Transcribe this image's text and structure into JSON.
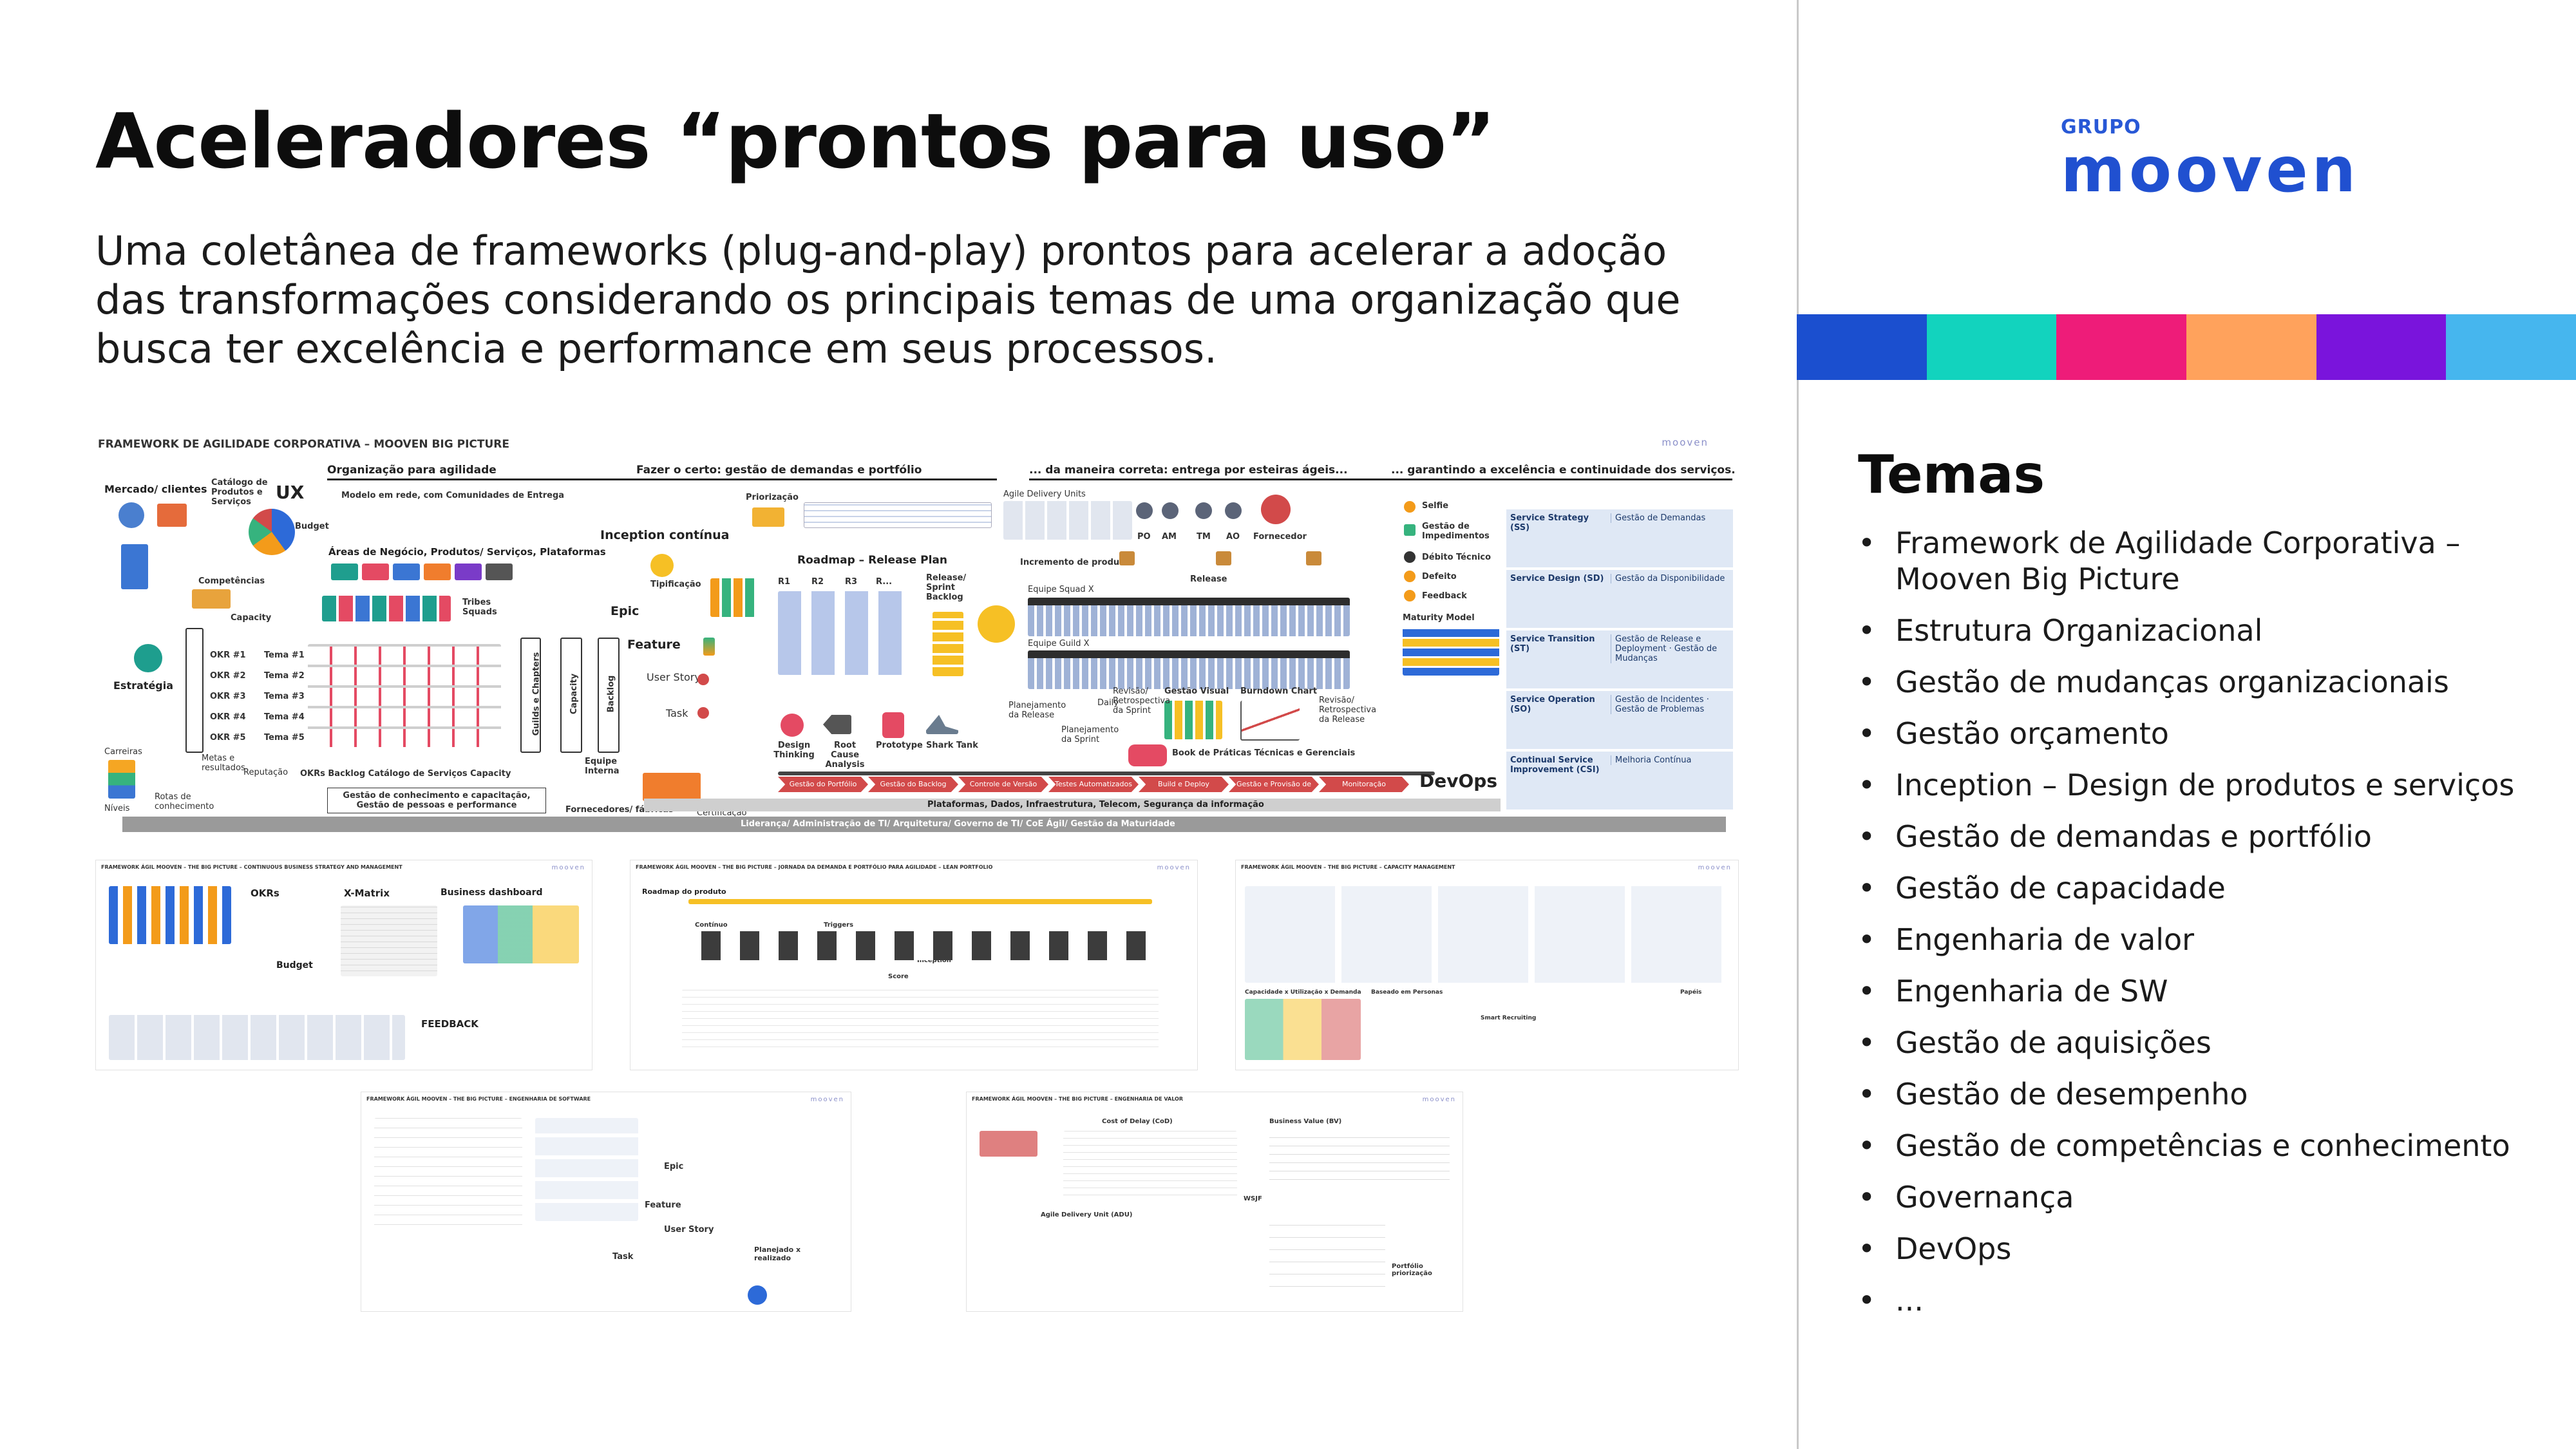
{
  "title": "Aceleradores “prontos para uso”",
  "subtitle": "Uma coletânea de frameworks (plug-and-play) prontos para acelerar a adoção das transformações considerando os principais temas de uma organização que busca ter excelência e performance em seus processos.",
  "logo": {
    "grupo": "GRUPO",
    "name": "mooven"
  },
  "color_band": [
    "#1b4fcf",
    "#12d3be",
    "#ee1c79",
    "#ffa25c",
    "#7a14dc",
    "#46b6ee"
  ],
  "temas": {
    "title": "Temas",
    "items": [
      "Framework de Agilidade Corporativa – Mooven Big Picture",
      "Estrutura Organizacional",
      "Gestão de mudanças organizacionais",
      "Gestão orçamento",
      "Inception – Design de produtos e serviços",
      "Gestão de demandas e portfólio",
      "Gestão de capacidade",
      "Engenharia de valor",
      "Engenharia de SW",
      "Gestão de aquisições",
      "Gestão de desempenho",
      "Gestão de competências e conhecimento",
      "Governança",
      "DevOps",
      "..."
    ]
  },
  "big_picture": {
    "header": "FRAMEWORK DE AGILIDADE CORPORATIVA – MOOVEN BIG PICTURE",
    "brand": "mooven",
    "sections": {
      "org": "Organização para agilidade",
      "demand": "Fazer o certo: gestão de demandas e portfólio",
      "delivery": "... da maneira correta: entrega por esteiras ágeis...",
      "continuity": "... garantindo a excelência e continuidade dos serviços."
    },
    "labels": {
      "mercado": "Mercado/ clientes",
      "catalogo": "Catálogo de Produtos e Serviços",
      "ux": "UX",
      "budget": "Budget",
      "modelo": "Modelo em rede, com Comunidades de Entrega",
      "areas": "Áreas de Negócio, Produtos/ Serviços, Plataformas",
      "competencias": "Competências",
      "capacity": "Capacity",
      "tribes": "Tribes Squads",
      "estrategia": "Estratégia",
      "guilds": "Guilds e Chapters",
      "capacity_v": "Capacity",
      "backlog_v": "Backlog",
      "carreiras": "Carreiras",
      "metas": "Metas e resultados",
      "niveis": "Níveis",
      "rotas": "Rotas de conhecimento",
      "reputacao": "Reputação",
      "okrs_row": "OKRs   Backlog   Catálogo de Serviços   Capacity",
      "gestao_conhec": "Gestão de conhecimento e capacitação, Gestão de pessoas e performance",
      "priorizacao": "Priorização",
      "inception": "Inception contínua",
      "tipificacao": "Tipificação",
      "epic": "Epic",
      "feature": "Feature",
      "user_story": "User Story",
      "task": "Task",
      "roadmap": "Roadmap – Release Plan",
      "release_sprint": "Release/ Sprint Backlog",
      "design_thinking": "Design Thinking",
      "root_cause": "Root Cause Analysis",
      "prototype": "Prototype",
      "shark_tank": "Shark Tank",
      "equipe_interna": "Equipe Interna",
      "fornecedores": "Fornecedores/ fábricas",
      "certificacao": "Certificação",
      "agile_delivery": "Agile Delivery Units",
      "po": "PO",
      "am": "AM",
      "tm": "TM",
      "ao": "AO",
      "fornecedor": "Fornecedor",
      "incremento": "Incremento de produto",
      "release": "Release",
      "equipe_squad": "Equipe Squad X",
      "equipe_guild": "Equipe Guild X",
      "daily": "Daily",
      "gestao_visual": "Gestão Visual",
      "burndown": "Burndown Chart",
      "planejamento_release": "Planejamento da Release",
      "planejamento_sprint": "Planejamento da Sprint",
      "revisao_sprint": "Revisão/ Retrospectiva da Sprint",
      "revisao_release": "Revisão/ Retrospectiva da Release",
      "book": "Book de Práticas Técnicas e Gerenciais",
      "devops": "DevOps",
      "selfie": "Selfie",
      "impedimentos": "Gestão de Impedimentos",
      "debito": "Débito Técnico",
      "defeito": "Defeito",
      "feedback": "Feedback",
      "maturity": "Maturity Model",
      "plataformas": "Plataformas, Dados, Infraestrutura, Telecom, Segurança da informação",
      "lideranca": "Liderança/ Administração de TI/ Arquitetura/ Governo de TI/ CoE Ágil/ Gestão da Maturidade"
    },
    "okrs": [
      "OKR #1",
      "OKR #2",
      "OKR #3",
      "OKR #4",
      "OKR #5"
    ],
    "temas": [
      "Tema #1",
      "Tema #2",
      "Tema #3",
      "Tema #4",
      "Tema #5"
    ],
    "roadmap_cols": [
      "R1",
      "R2",
      "R3",
      "R..."
    ],
    "pipeline": [
      "Gestão do Portfólio",
      "Gestão do Backlog",
      "Controle de Versão",
      "Testes Automatizados",
      "Build e Deploy Automatizado",
      "Gestão e Provisão de Ambientes",
      "Monitoração"
    ],
    "services": [
      {
        "k": "Service Strategy (SS)",
        "v": "Gestão de Demandas"
      },
      {
        "k": "Service Design (SD)",
        "v": "Gestão da Disponibilidade"
      },
      {
        "k": "Service Transition (ST)",
        "v": "Gestão de Release e Deployment · Gestão de Mudanças"
      },
      {
        "k": "Service Operation (SO)",
        "v": "Gestão de Incidentes · Gestão de Problemas"
      },
      {
        "k": "Continual Service Improvement (CSI)",
        "v": "Melhoria Contínua"
      }
    ]
  },
  "thumbnails": [
    {
      "header": "FRAMEWORK ÁGIL MOOVEN – THE BIG PICTURE – CONTINUOUS BUSINESS STRATEGY AND MANAGEMENT",
      "labels": [
        "OKRs",
        "X-Matrix",
        "Business dashboard",
        "Budget",
        "FEEDBACK"
      ]
    },
    {
      "header": "FRAMEWORK ÁGIL MOOVEN – THE BIG PICTURE – JORNADA DA DEMANDA E PORTFÓLIO PARA AGILIDADE – LEAN PORTFOLIO",
      "labels": [
        "Roadmap do produto",
        "Contínuo",
        "Triggers",
        "Inception",
        "Score"
      ]
    },
    {
      "header": "FRAMEWORK ÁGIL MOOVEN – THE BIG PICTURE – CAPACITY MANAGEMENT",
      "labels": [
        "Capacidade x Utilização x Demanda",
        "Baseado em Personas",
        "Smart Recruiting",
        "Papéis"
      ]
    },
    {
      "header": "FRAMEWORK ÁGIL MOOVEN – THE BIG PICTURE – ENGENHARIA DE SOFTWARE",
      "labels": [
        "Epic",
        "Feature",
        "User Story",
        "Task",
        "Planejado x realizado"
      ]
    },
    {
      "header": "FRAMEWORK ÁGIL MOOVEN – THE BIG PICTURE – ENGENHARIA DE VALOR",
      "labels": [
        "Cost of Delay (CoD)",
        "Business Value (BV)",
        "WSJF",
        "Agile Delivery Unit (ADU)",
        "Portfólio priorização"
      ]
    }
  ]
}
